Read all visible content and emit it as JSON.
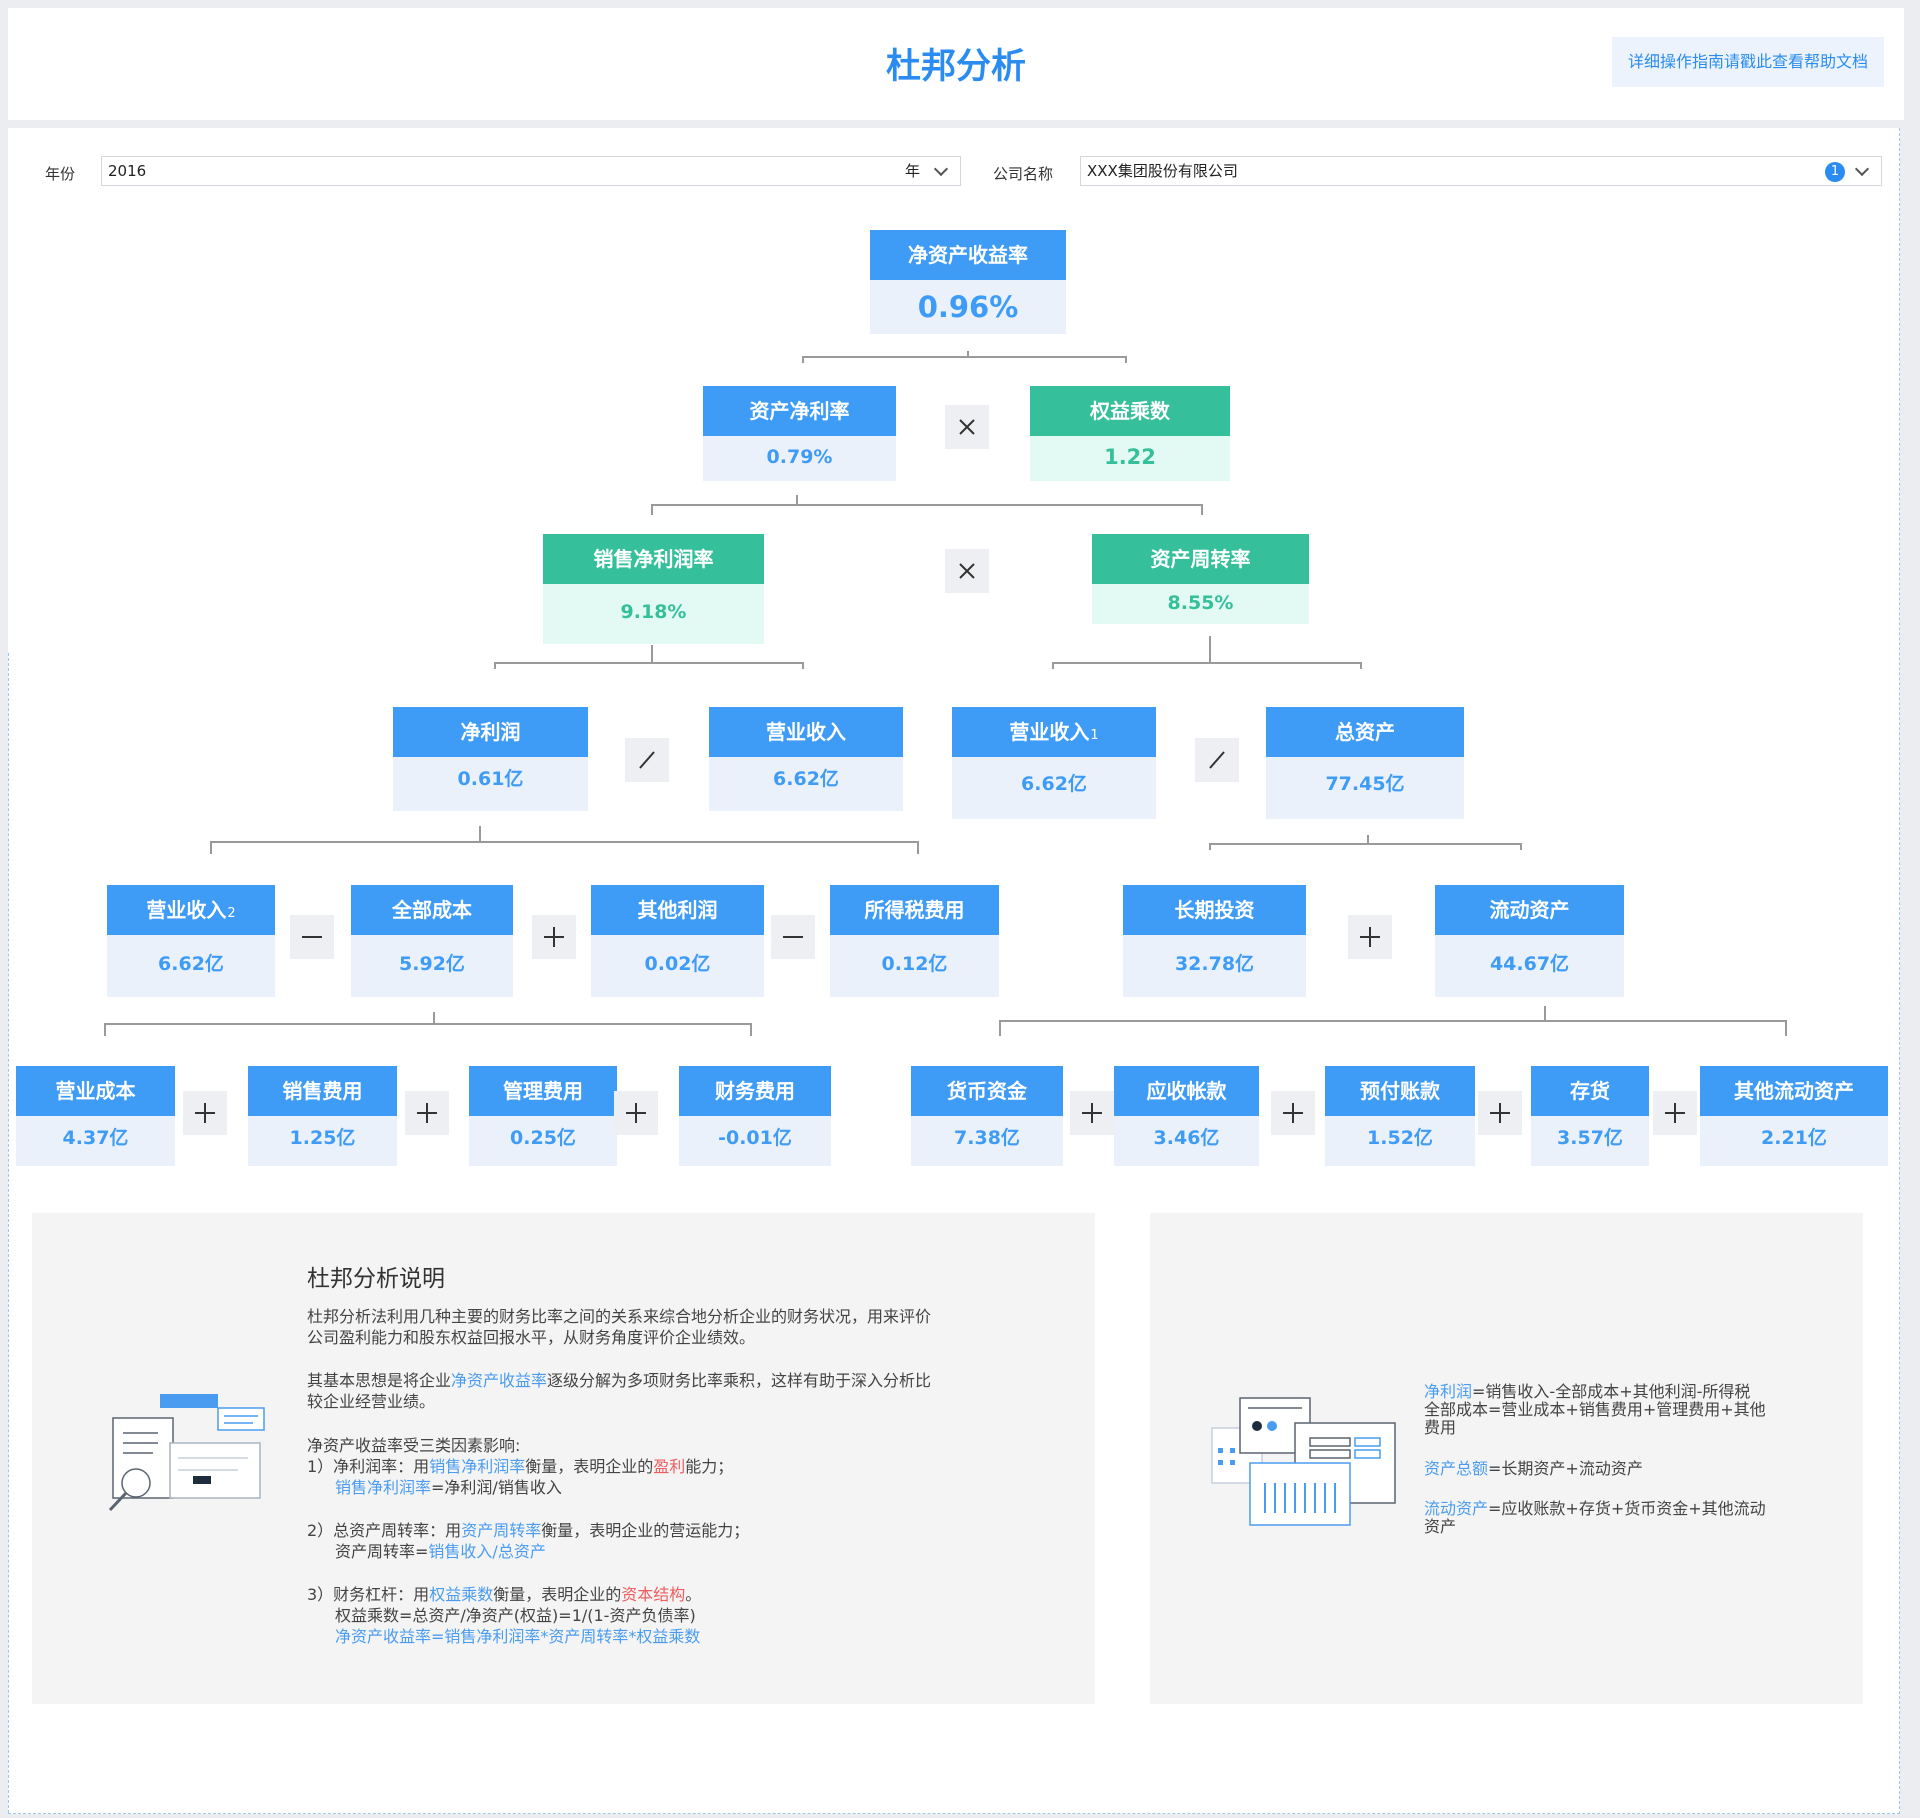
{
  "header": {
    "title": "杜邦分析",
    "help_link": "详细操作指南请戳此查看帮助文档"
  },
  "filters": {
    "year_label": "年份",
    "year_value": "2016",
    "year_suffix": "年",
    "company_label": "公司名称",
    "company_value": "XXX集团股份有限公司",
    "company_count": "1"
  },
  "tree": {
    "roe": {
      "label": "净资产收益率",
      "value": "0.96%"
    },
    "roa": {
      "label": "资产净利率",
      "value": "0.79%"
    },
    "equity_multiplier": {
      "label": "权益乘数",
      "value": "1.22"
    },
    "net_margin": {
      "label": "销售净利润率",
      "value": "9.18%"
    },
    "asset_turnover": {
      "label": "资产周转率",
      "value": "8.55%"
    },
    "net_profit": {
      "label": "净利润",
      "value": "0.61亿"
    },
    "revenue": {
      "label": "营业收入",
      "value": "6.62亿"
    },
    "revenue1": {
      "label": "营业收入",
      "sub": "1",
      "value": "6.62亿"
    },
    "total_assets": {
      "label": "总资产",
      "value": "77.45亿"
    },
    "revenue2": {
      "label": "营业收入",
      "sub": "2",
      "value": "6.62亿"
    },
    "total_cost": {
      "label": "全部成本",
      "value": "5.92亿"
    },
    "other_profit": {
      "label": "其他利润",
      "value": "0.02亿"
    },
    "income_tax": {
      "label": "所得税费用",
      "value": "0.12亿"
    },
    "long_term_invest": {
      "label": "长期投资",
      "value": "32.78亿"
    },
    "current_assets": {
      "label": "流动资产",
      "value": "44.67亿"
    },
    "operating_cost": {
      "label": "营业成本",
      "value": "4.37亿"
    },
    "selling_expense": {
      "label": "销售费用",
      "value": "1.25亿"
    },
    "admin_expense": {
      "label": "管理费用",
      "value": "0.25亿"
    },
    "finance_expense": {
      "label": "财务费用",
      "value": "-0.01亿"
    },
    "cash": {
      "label": "货币资金",
      "value": "7.38亿"
    },
    "receivables": {
      "label": "应收帐款",
      "value": "3.46亿"
    },
    "prepayments": {
      "label": "预付账款",
      "value": "1.52亿"
    },
    "inventory": {
      "label": "存货",
      "value": "3.57亿"
    },
    "other_current": {
      "label": "其他流动资产",
      "value": "2.21亿"
    }
  },
  "description": {
    "title": "杜邦分析说明",
    "p1_line1": "杜邦分析法利用几种主要的财务比率之间的关系来综合地分析企业的财务状况，用来评价",
    "p1_line2": "公司盈利能力和股东权益回报水平，从财务角度评价企业绩效。",
    "p2_a": "其基本思想是将企业",
    "p2_b": "净资产收益率",
    "p2_c": "逐级分解为多项财务比率乘积，这样有助于深入分析比",
    "p2_line2": "较企业经营业绩。",
    "p3": "净资产收益率受三类因素影响:",
    "i1_a": "1）净利润率：用",
    "i1_b": "销售净利润率",
    "i1_c": "衡量，表明企业的",
    "i1_d": "盈利",
    "i1_e": "能力；",
    "i1_f1": "销售净利润率",
    "i1_f2": "=净利润/销售收入",
    "i2_a": "2）总资产周转率：用",
    "i2_b": "资产周转率",
    "i2_c": "衡量，表明企业的营运能力；",
    "i2_f1": "资产周转率=",
    "i2_f2": "销售收入/总资产",
    "i3_a": "3）财务杠杆：用",
    "i3_b": "权益乘数",
    "i3_c": "衡量，表明企业的",
    "i3_d": "资本结构",
    "i3_e": "。",
    "i3_f": "权益乘数=总资产/净资产(权益)=1/(1-资产负债率)",
    "i3_g": "净资产收益率=销售净利润率*资产周转率*权益乘数"
  },
  "formulas": {
    "f1_a": "净利润",
    "f1_b": "=销售收入-全部成本+其他利润-所得税",
    "f1_line2": "全部成本=营业成本+销售费用+管理费用+其他",
    "f1_line3": "费用",
    "f2_a": "资产总额",
    "f2_b": "=长期资产+流动资产",
    "f3_a": "流动资产",
    "f3_b": "=应收账款+存货+货币资金+其他流动",
    "f3_line2": "资产"
  },
  "colors": {
    "title": "#2a8cf0",
    "node_blue": "#3e9bf6",
    "node_blue_bg": "#eaf1fb",
    "node_green": "#35bf9a",
    "node_green_bg": "#e2faf3",
    "highlight_blue": "#4a9cf0",
    "highlight_red": "#ef5d5d"
  }
}
